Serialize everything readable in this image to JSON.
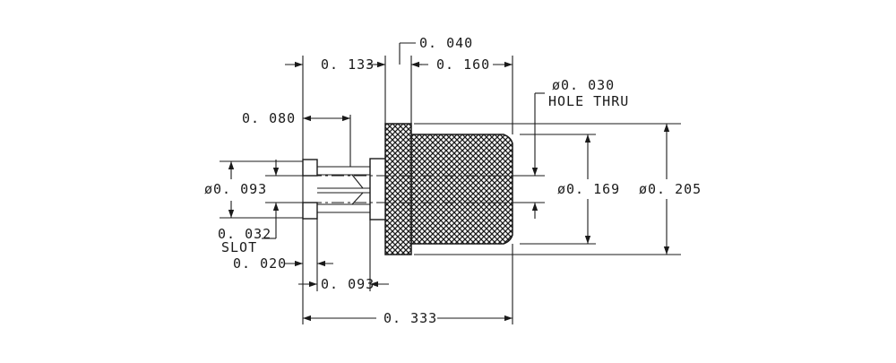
{
  "drawing": {
    "dims": {
      "d_0040": "0. 040",
      "d_0133": "0. 133",
      "d_0160": "0. 160",
      "d_0080": "0. 080",
      "d_0093_dia": "ø0. 093",
      "d_0032": "0. 032",
      "slot": "SLOT",
      "d_0020": "0. 020",
      "d_0093": "0. 093",
      "d_0333": "0. 333",
      "d_0030_dia": "ø0. 030",
      "hole_thru": "HOLE THRU",
      "d_0169_dia": "ø0. 169",
      "d_0205_dia": "ø0. 205"
    }
  }
}
